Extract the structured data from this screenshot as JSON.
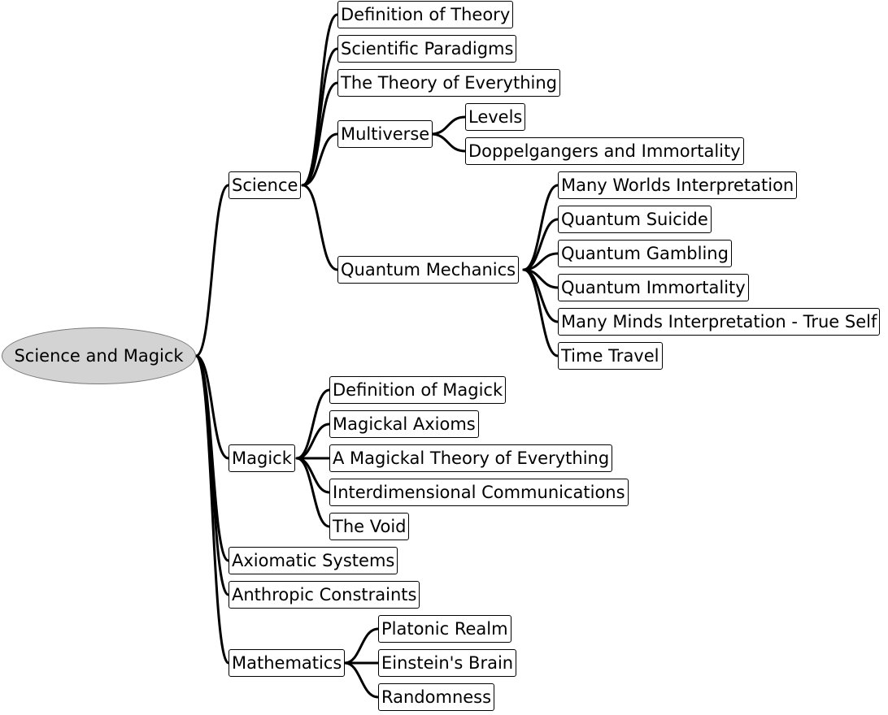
{
  "map": {
    "root": "Science and Magick",
    "science": {
      "label": "Science",
      "definition_of_theory": "Definition of Theory",
      "scientific_paradigms": "Scientific Paradigms",
      "theory_of_everything": "The Theory of Everything",
      "multiverse": {
        "label": "Multiverse",
        "levels": "Levels",
        "doppelgangers": "Doppelgangers and Immortality"
      },
      "quantum_mechanics": {
        "label": "Quantum Mechanics",
        "many_worlds": "Many Worlds Interpretation",
        "quantum_suicide": "Quantum Suicide",
        "quantum_gambling": "Quantum Gambling",
        "quantum_immortality": "Quantum Immortality",
        "many_minds": "Many Minds Interpretation - True Self",
        "time_travel": "Time Travel"
      }
    },
    "magick": {
      "label": "Magick",
      "definition_of_magick": "Definition of Magick",
      "magickal_axioms": "Magickal Axioms",
      "magickal_theory": "A Magickal Theory of Everything",
      "interdimensional": "Interdimensional Communications",
      "the_void": "The Void"
    },
    "axiomatic_systems": "Axiomatic Systems",
    "anthropic_constraints": "Anthropic Constraints",
    "mathematics": {
      "label": "Mathematics",
      "platonic_realm": "Platonic Realm",
      "einsteins_brain": "Einstein's Brain",
      "randomness": "Randomness"
    }
  }
}
